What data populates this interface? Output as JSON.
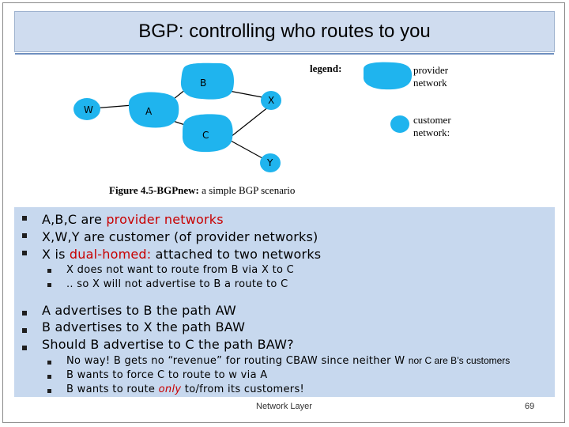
{
  "title": "BGP: controlling who routes to you",
  "figure": {
    "nodes": {
      "B": "B",
      "X": "X",
      "W": "W",
      "A": "A",
      "C": "C",
      "Y": "Y"
    },
    "legend_label": "legend:",
    "legend_provider_1": "provider",
    "legend_provider_2": "network",
    "legend_customer_1": "customer",
    "legend_customer_2": "network:",
    "caption_bold": "Figure 4.5-BGPnew:",
    "caption_rest": " a simple BGP scenario",
    "provider_color": "#1fb4ee",
    "customer_color": "#1fb4ee"
  },
  "bullets": {
    "b1_pre": "A,B,C are ",
    "b1_red": "provider networks",
    "b2": "X,W,Y are customer (of provider networks)",
    "b3_pre": "X is ",
    "b3_red": "dual-homed:",
    "b3_post": " attached to two networks",
    "s1": "X does not want to route from B via X to C",
    "s2": ".. so X will not advertise to B a route to C",
    "b4": "A advertises to B the path AW",
    "b5": "B advertises to X the path BAW",
    "b6": "Should B advertise to C the path BAW?",
    "s3_main": "No way! B gets no “revenue” for routing CBAW  since neither W ",
    "s3_small": "nor C are B’s customers",
    "s4": "B wants to force C to route to w via A",
    "s5_pre": "B wants to route ",
    "s5_red": "only",
    "s5_post": " to/from its customers!"
  },
  "footer": {
    "label": "Network Layer",
    "page": "69"
  }
}
